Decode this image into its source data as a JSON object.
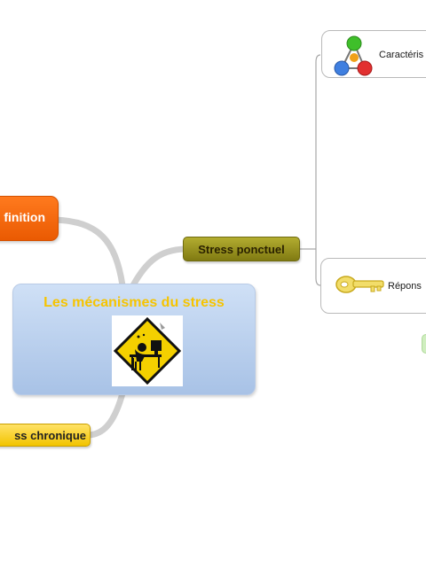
{
  "map": {
    "central_topic": "Les mécanismes du stress",
    "central_image_icon": "stressed-worker-warning-sign",
    "branches": [
      {
        "key": "definition",
        "label": "Définition",
        "visible_label": "finition",
        "color": "#f26b0f"
      },
      {
        "key": "ponctuel",
        "label": "Stress ponctuel",
        "color": "#9a9420"
      },
      {
        "key": "chronique",
        "label": "Stress chronique",
        "visible_label": "ss chronique",
        "color": "#f7d02c"
      }
    ],
    "subtopics": [
      {
        "key": "caracteristiques",
        "label": "Caractéris",
        "icon": "molecule-icon"
      },
      {
        "key": "reponse",
        "label": "Répons",
        "icon": "key-icon"
      }
    ]
  },
  "colors": {
    "connector": "#cfcfcf",
    "center_fill": "#b9cfee",
    "center_title": "#f6c400",
    "bracket_line": "#a8a8a8"
  }
}
